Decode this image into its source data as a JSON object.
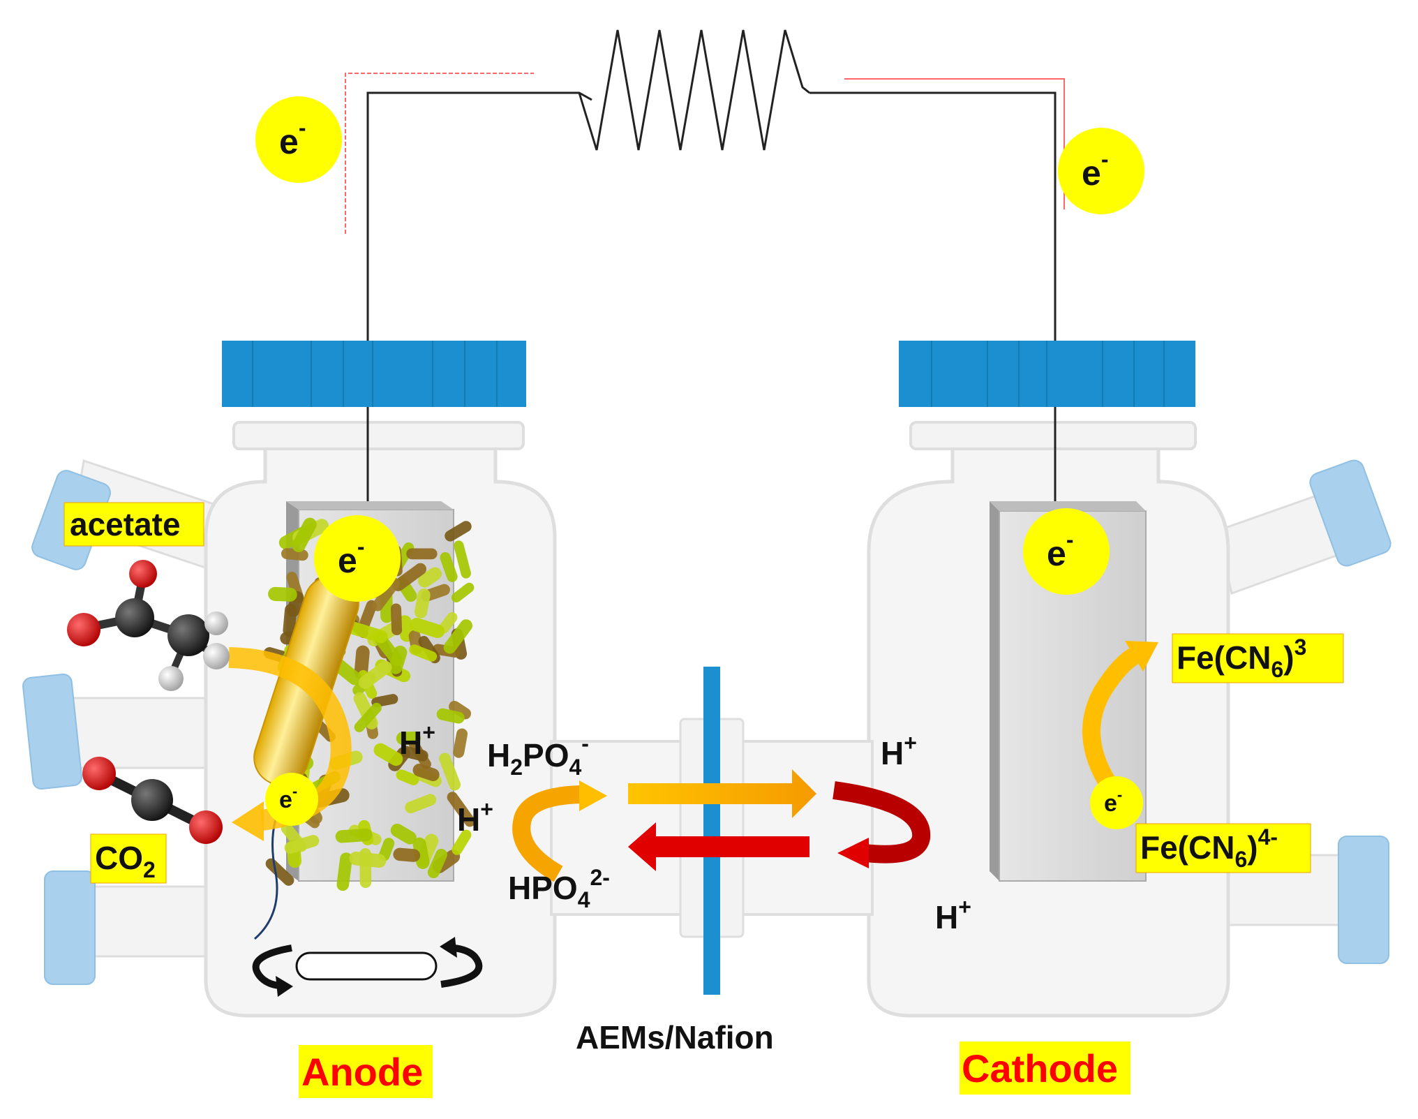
{
  "labels": {
    "electron": "e",
    "electron_charge": "-",
    "acetate": "acetate",
    "co2_main": "CO",
    "co2_sub": "2",
    "h_plus_main": "H",
    "h_plus_charge": "+",
    "h2po4_a": "H",
    "h2po4_sub1": "2",
    "h2po4_b": "PO",
    "h2po4_sub2": "4",
    "h2po4_charge": "-",
    "hpo4_main": "HPO",
    "hpo4_sub": "4",
    "hpo4_charge": "2-",
    "fe3_main": "Fe(CN",
    "fe3_sub": "6",
    "fe3_close": ")",
    "fe3_charge": "3",
    "fe4_main": "Fe(CN",
    "fe4_sub": "6",
    "fe4_close": ")",
    "fe4_charge": "4-",
    "membrane": "AEMs/Nafion",
    "anode": "Anode",
    "cathode": "Cathode"
  },
  "colors": {
    "electron": "#ffff00",
    "label_bg": "#ffff00",
    "cap": "#1b8fcf",
    "membrane": "#1b8fcf",
    "port_cap": "#a9d1ee",
    "vessel": "#f5f5f5",
    "electrode": "#d6d6d6",
    "arrow_orange": "#ffbe00",
    "arrow_red": "#e00000",
    "anode_cathode_text": "#ff0000"
  }
}
